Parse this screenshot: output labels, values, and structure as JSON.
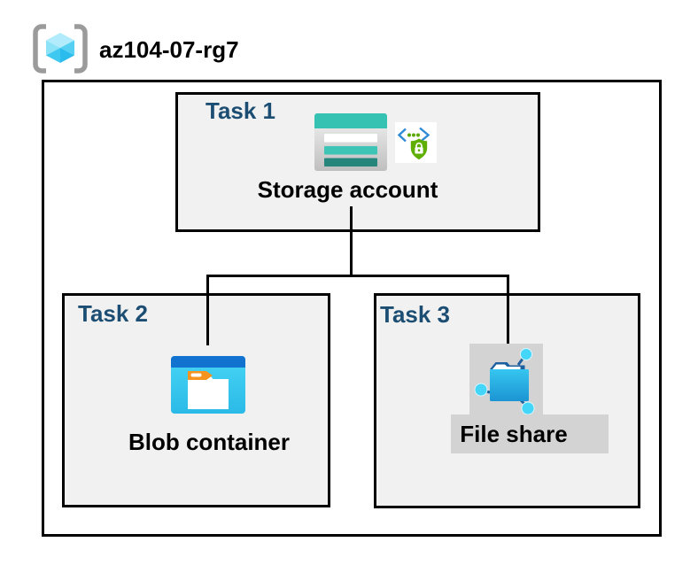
{
  "header": {
    "resource_group": "az104-07-rg7"
  },
  "tasks": [
    {
      "label": "Task 1",
      "item": "Storage account",
      "icons": [
        "storage-account-icon",
        "api-security-lock-icon"
      ]
    },
    {
      "label": "Task 2",
      "item": "Blob container",
      "icons": [
        "blob-container-icon"
      ]
    },
    {
      "label": "Task 3",
      "item": "File share",
      "icons": [
        "file-share-icon"
      ]
    }
  ],
  "connections": [
    {
      "from": "Storage account",
      "to": "Blob container"
    },
    {
      "from": "Storage account",
      "to": "File share"
    }
  ],
  "colors": {
    "task_label_blue": "#1c4d72",
    "task_box_fill": "#f1f1f1",
    "border_black": "#000000",
    "storage_teal": "#35c2b3",
    "storage_teal_dark": "#26867c",
    "blob_header_blue": "#1173cf",
    "blob_body_cyan": "#3ecdf0",
    "folder_tab_orange": "#f79420",
    "share_node_cyan": "#44d6f8",
    "share_flap_blue": "#1d5f9f",
    "api_chevron_blue": "#2e8bd5",
    "api_shield_green": "#5fae02",
    "gray_plate": "#d3d3d3",
    "bracket_gray": "#9b9b9b",
    "cube_cyan_light": "#b2ebfb",
    "cube_cyan_dark": "#29bcec"
  }
}
